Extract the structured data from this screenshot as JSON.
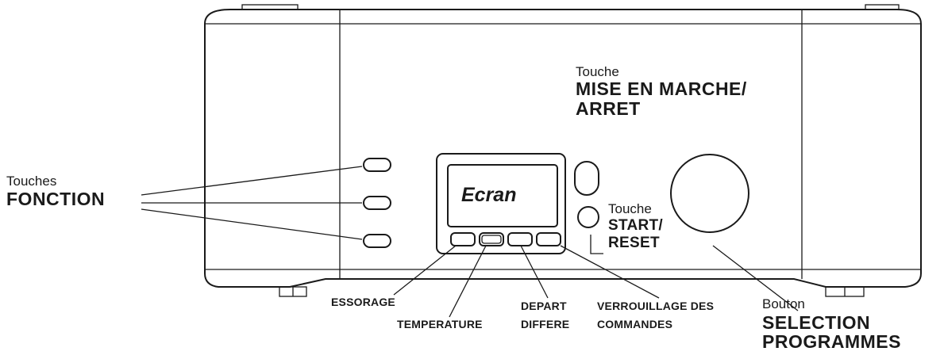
{
  "labels": {
    "fonction_prefix": "Touches",
    "fonction_title": "FONCTION",
    "marche_prefix": "Touche",
    "marche_line1": "MISE EN MARCHE/",
    "marche_line2": "ARRET",
    "start_prefix": "Touche",
    "start_line1": "START/",
    "start_line2": "RESET",
    "screen": "Ecran",
    "essorage": "ESSORAGE",
    "temperature": "TEMPERATURE",
    "depart_line1": "DEPART",
    "depart_line2": "DIFFERE",
    "verrou_line1": "VERROUILLAGE DES",
    "verrou_line2": "COMMANDES",
    "bouton_prefix": "Bouton",
    "bouton_line1": "SELECTION",
    "bouton_line2": "PROGRAMMES"
  }
}
